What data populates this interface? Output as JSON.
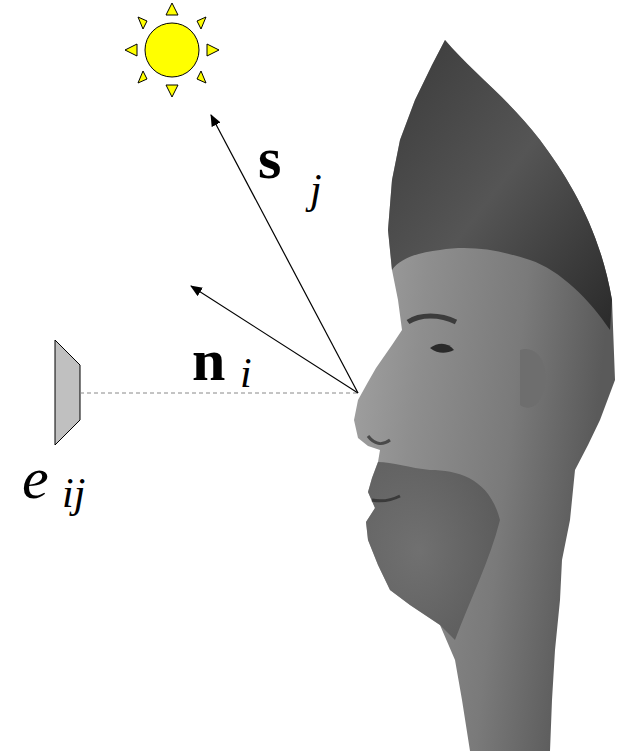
{
  "diagram": {
    "labels": [
      "s",
      "j",
      "n",
      "i",
      "e",
      "ij"
    ]
  }
}
